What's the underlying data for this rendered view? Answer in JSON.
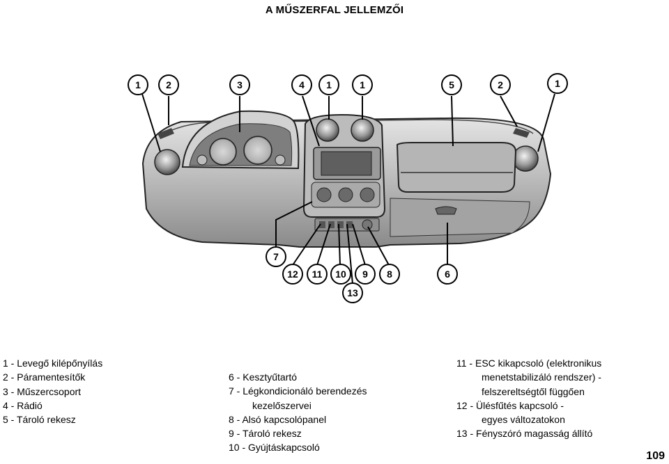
{
  "title": "A MŰSZERFAL JELLEMZŐI",
  "callouts": {
    "top": [
      "1",
      "2",
      "3",
      "4",
      "1",
      "1",
      "5",
      "2",
      "1"
    ],
    "bottom": [
      "7",
      "12",
      "11",
      "10",
      "9",
      "8",
      "6",
      "13"
    ]
  },
  "legend": {
    "col1": [
      "1 - Levegő kilépőnyílás",
      "2 - Páramentesítők",
      "3 - Műszercsoport",
      "4 - Rádió",
      "5 - Tároló rekesz"
    ],
    "col2": [
      "6 - Kesztyűtartó",
      "7 - Légkondicionáló berendezés",
      "kezelőszervei",
      "8 - Alsó kapcsolópanel",
      "9 - Tároló rekesz",
      "10 - Gyújtáskapcsoló"
    ],
    "col3": [
      "11 - ESC kikapcsoló (elektronikus",
      "menetstabilizáló rendszer) -",
      "felszereltségtől függően",
      "12 - Ülésfűtés kapcsoló -",
      "egyes változatokon",
      "13 - Fényszóró magasság állító"
    ]
  },
  "page_number": "109"
}
